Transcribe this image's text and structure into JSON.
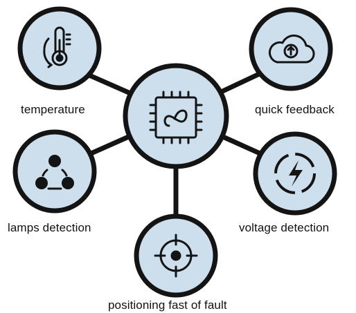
{
  "colors": {
    "node_fill": "#cddfec",
    "outline": "#141414",
    "background": "#ffffff"
  },
  "center_node": {
    "icon": "microchip-icon"
  },
  "nodes": [
    {
      "key": "temperature",
      "label": "temperature",
      "icon": "thermometer-icon"
    },
    {
      "key": "quick_feedback",
      "label": "quick feedback",
      "icon": "cloud-upload-icon"
    },
    {
      "key": "lamps_detection",
      "label": "lamps detection",
      "icon": "three-dots-network-icon"
    },
    {
      "key": "voltage_detection",
      "label": "voltage detection",
      "icon": "lightning-circle-icon"
    },
    {
      "key": "positioning_fault",
      "label": "positioning fast of fault",
      "icon": "crosshair-icon"
    }
  ]
}
